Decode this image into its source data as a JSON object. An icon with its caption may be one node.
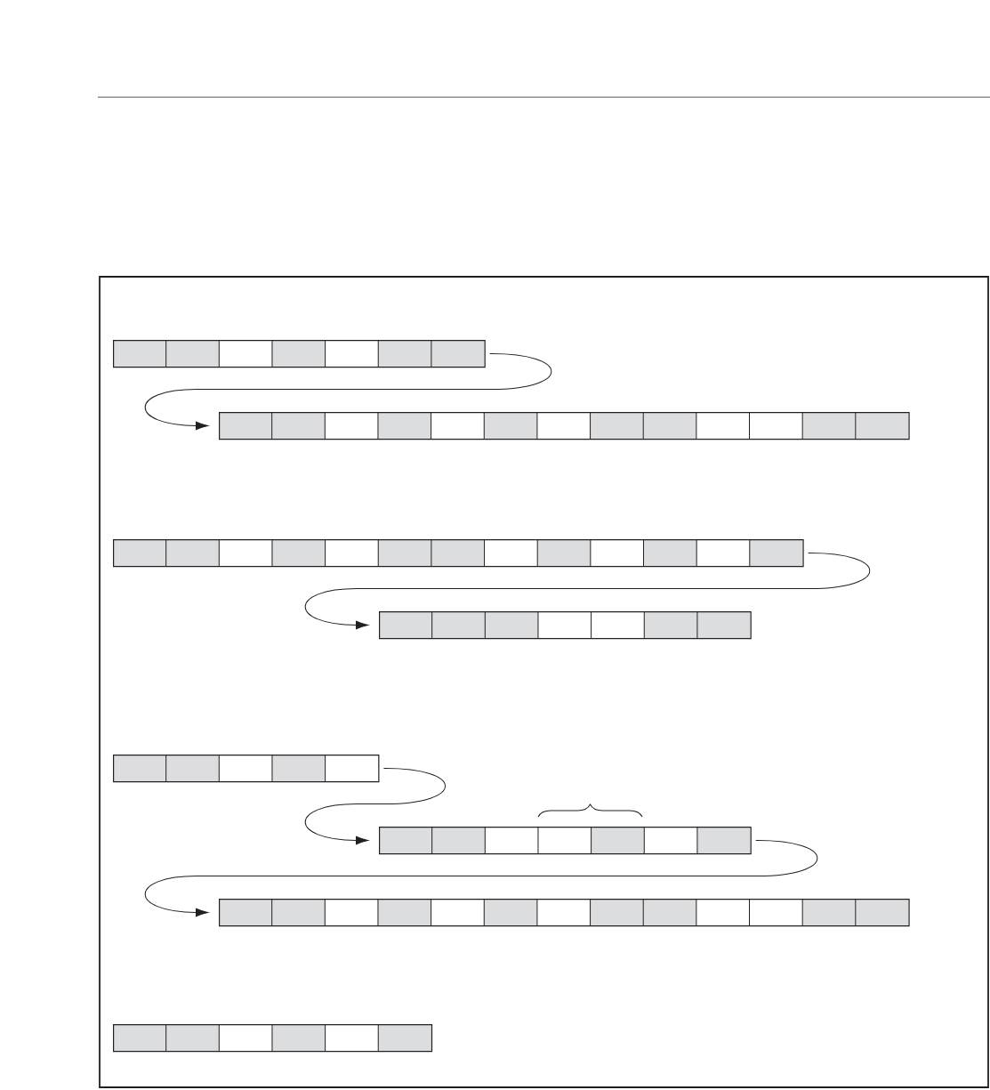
{
  "diagram": {
    "nodes": [
      {
        "text": [],
        "shape": "box"
      },
      {
        "text": [],
        "shape": "box"
      },
      {
        "text": [],
        "shape": "box"
      },
      {
        "text": [],
        "shape": "box"
      },
      {
        "text": [],
        "shape": "box"
      },
      {
        "text": [],
        "shape": "box"
      },
      {
        "text": [],
        "shape": "box"
      },
      {
        "text": [],
        "shape": "box"
      }
    ],
    "edges": [
      {
        "from": 0,
        "to": 1,
        "arrow": "to"
      },
      {
        "from": 2,
        "to": 3,
        "arrow": "to"
      },
      {
        "from": 4,
        "to": 5,
        "arrow": "to"
      },
      {
        "from": 5,
        "to": 6,
        "arrow": "to"
      }
    ]
  }
}
